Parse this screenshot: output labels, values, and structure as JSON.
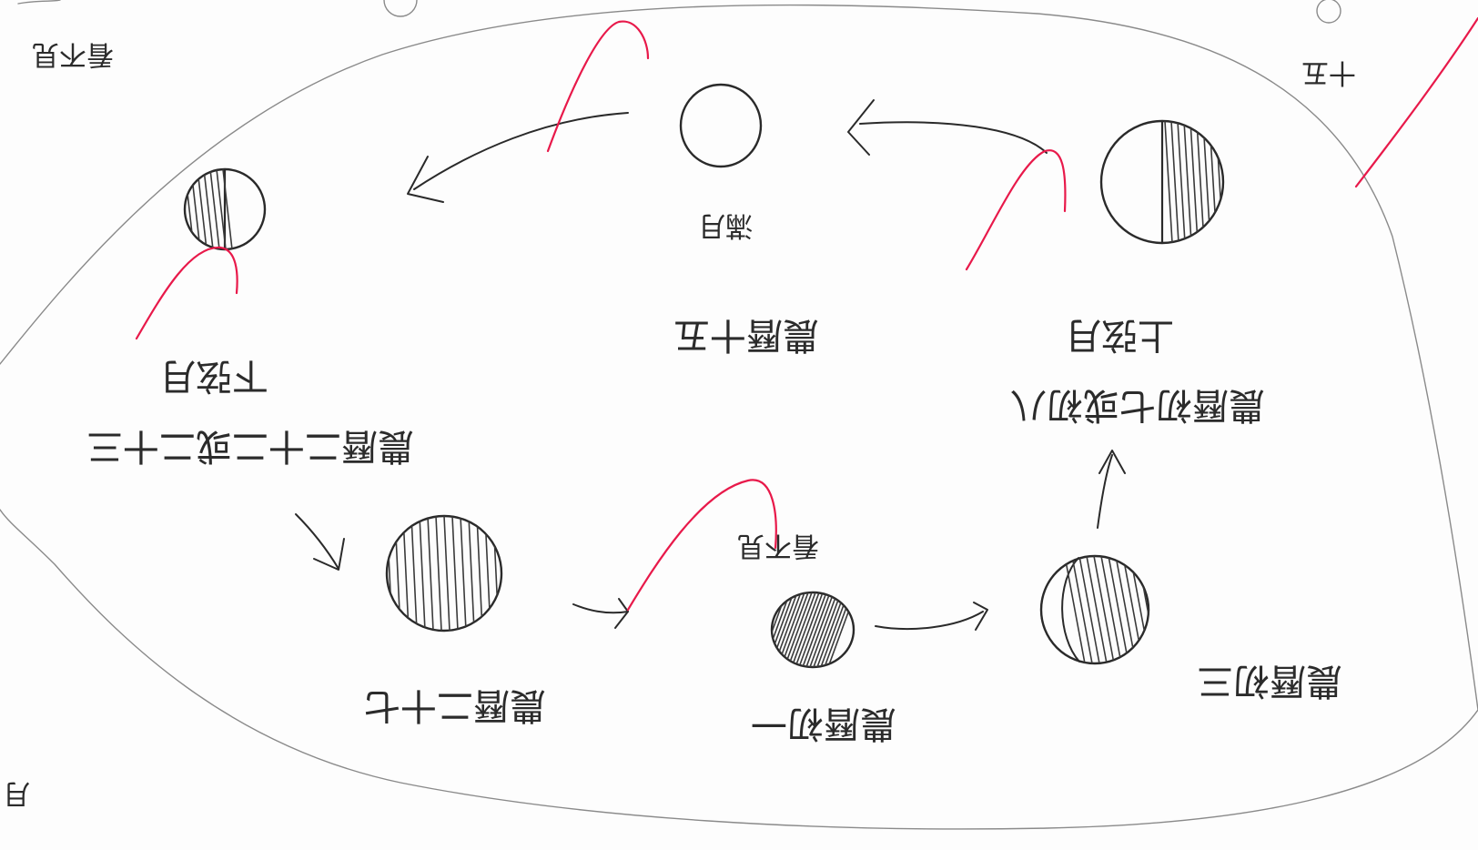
{
  "labels": {
    "full_moon": "農曆十五",
    "full_moon_phase": "滿月",
    "last_quarter": "下弦月",
    "last_quarter_date": "農曆二十二或二十三",
    "first_quarter": "上弦月",
    "first_quarter_date": "農曆初七或初八",
    "crescent_date": "農曆初三",
    "new_moon_date": "農曆初一",
    "new_moon_phase": "看不見",
    "waning_crescent_date": "農曆二十七",
    "corner_top_left": "看不見",
    "corner_top_right": "十五",
    "corner_bottom_left": "月"
  },
  "colors": {
    "pencil": "#2a2a2a",
    "annotation": "#e8194a"
  }
}
